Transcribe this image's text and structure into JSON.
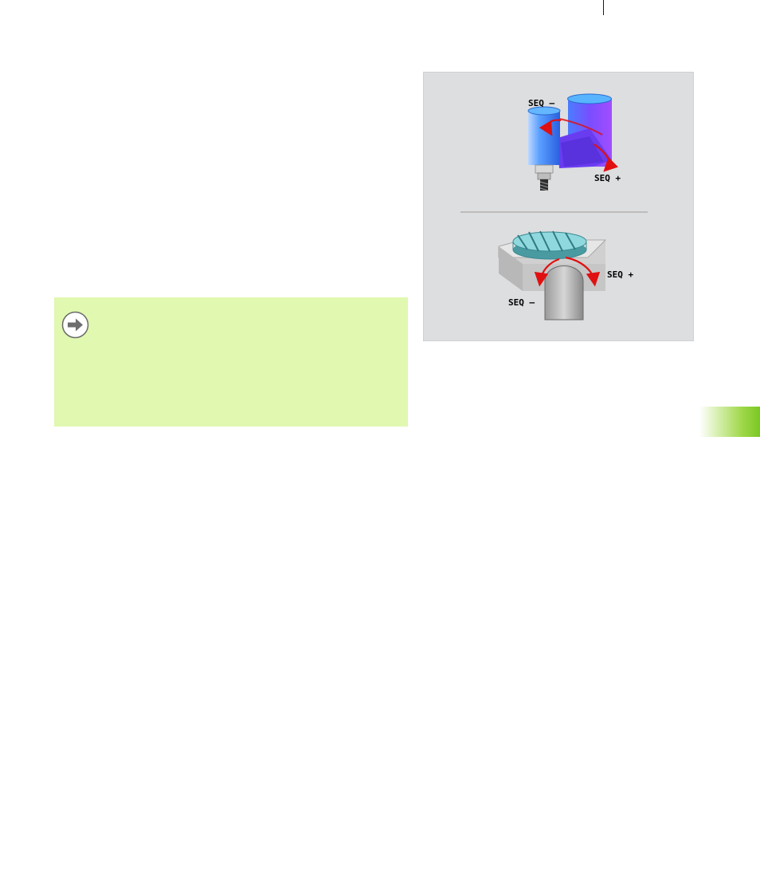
{
  "note": {
    "icon": "arrow-right-circle-icon"
  },
  "figure": {
    "spindle_head": {
      "seq_minus": "SEQ –",
      "seq_plus": "SEQ +"
    },
    "rotary_table": {
      "seq_minus": "SEQ –",
      "seq_plus": "SEQ +"
    },
    "colors": {
      "background": "#dddee0",
      "arrows": "#e01010",
      "head_blue": "#3f8fff",
      "head_violet": "#8a3cff",
      "table_teal": "#5fb1b8",
      "block_gray": "#c8c8c8"
    }
  },
  "chapter_tab": {
    "color": "#7ac823"
  }
}
